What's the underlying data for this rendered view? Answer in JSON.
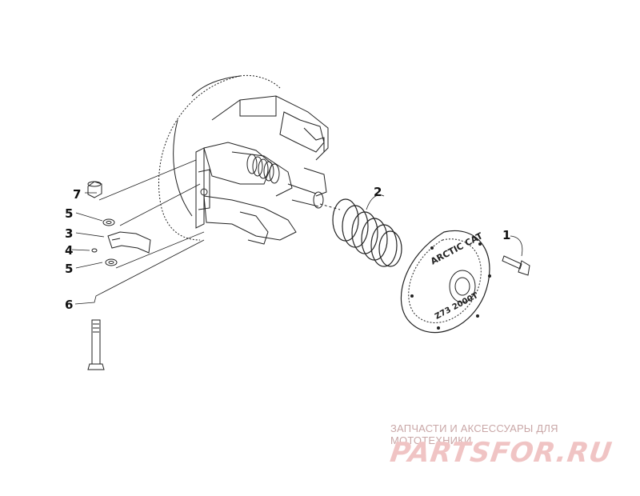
{
  "callouts": {
    "c1": "1",
    "c2": "2",
    "c3": "3",
    "c4": "4",
    "c5a": "5",
    "c5b": "5",
    "c6": "6",
    "c7": "7"
  },
  "plate_text": {
    "brand": "ARCTIC CAT",
    "lower": "Z73 2000T"
  },
  "watermark": {
    "tagline": "ЗАПЧАСТИ И АКСЕССУАРЫ ДЛЯ МОТОТЕХНИКИ",
    "logo": "PARTSFOR.RU"
  },
  "colors": {
    "line": "#222222",
    "watermark_text": "#c9a7a7",
    "watermark_logo": "#f0c4c4"
  }
}
